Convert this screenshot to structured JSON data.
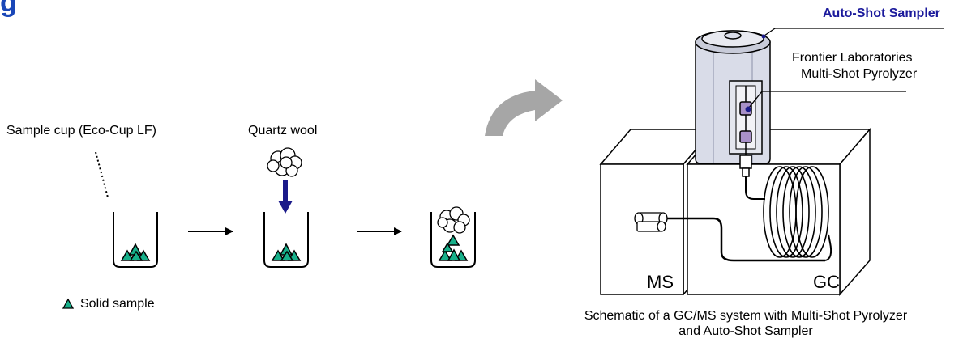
{
  "heading_fragment": "g",
  "labels": {
    "sample_cup": "Sample cup (Eco-Cup LF)",
    "quartz_wool": "Quartz wool",
    "solid_sample": "Solid sample",
    "auto_shot_sampler": "Auto-Shot Sampler",
    "pyrolyzer_line1": "Frontier Laboratories",
    "pyrolyzer_line2": "Multi-Shot Pyrolyzer",
    "ms": "MS",
    "gc": "GC",
    "caption_line1": "Schematic of a GC/MS system with Multi-Shot Pyrolyzer",
    "caption_line2": "and Auto-Shot Sampler"
  },
  "colors": {
    "sample_triangle": "#17b08a",
    "arrow_blue": "#1b1a8a",
    "label_blue": "#1b1a9c",
    "curved_arrow_gray": "#a6a6a6",
    "pyrolyzer_body": "#d9dce8",
    "cup_purple": "#a890c8"
  }
}
